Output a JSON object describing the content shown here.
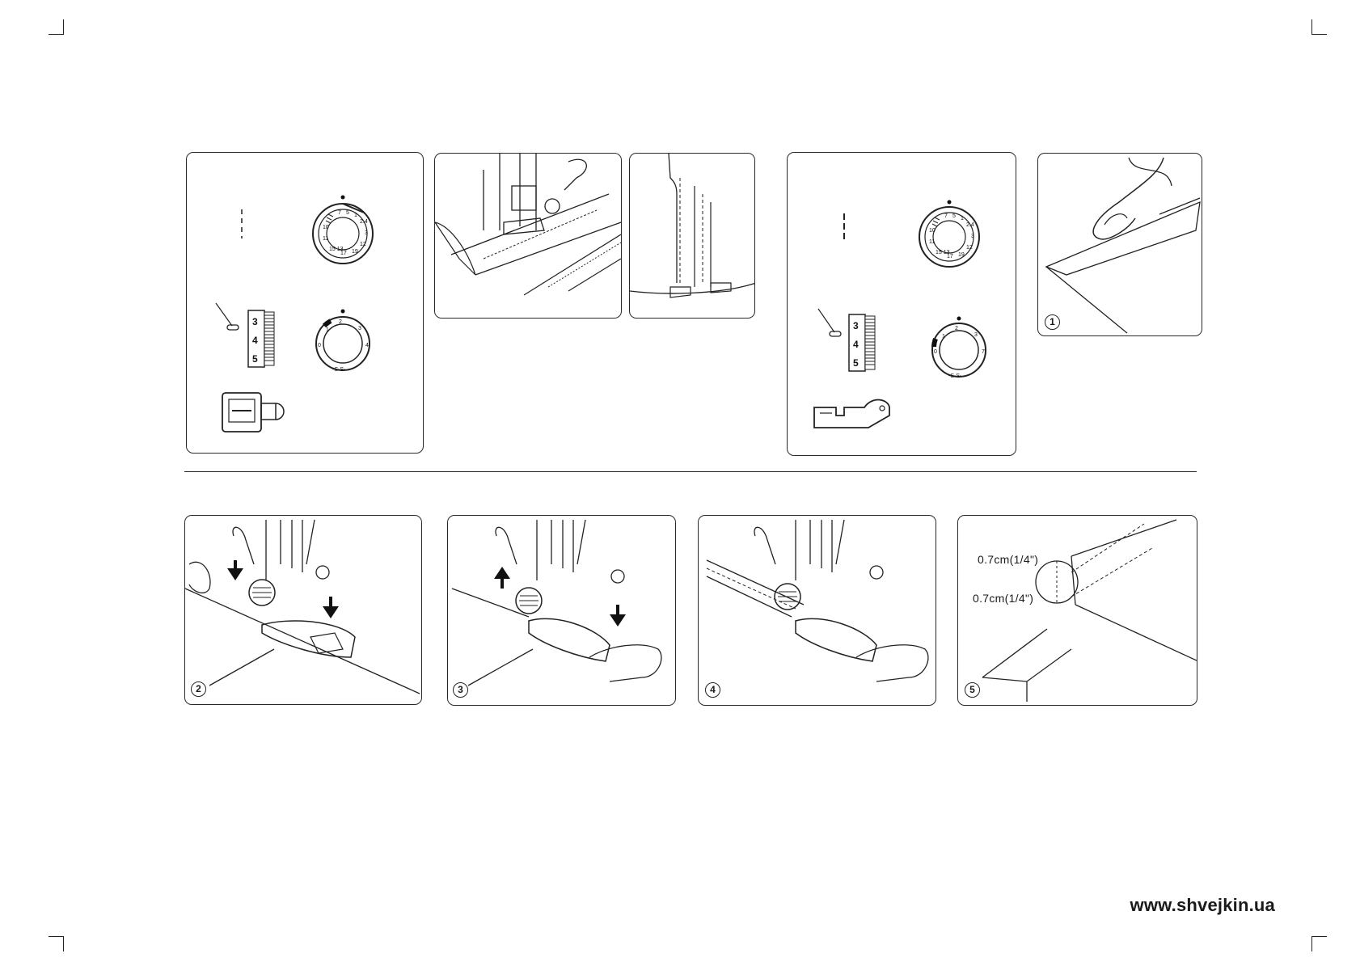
{
  "steps": {
    "s1": "1",
    "s2": "2",
    "s3": "3",
    "s4": "4",
    "s5": "5"
  },
  "measurements": {
    "upper": "0.7cm(1/4\")",
    "lower": "0.7cm(1/4\")"
  },
  "scale_numbers": [
    "3",
    "4",
    "5"
  ],
  "footer": {
    "url": "www.shvejkin.ua"
  }
}
